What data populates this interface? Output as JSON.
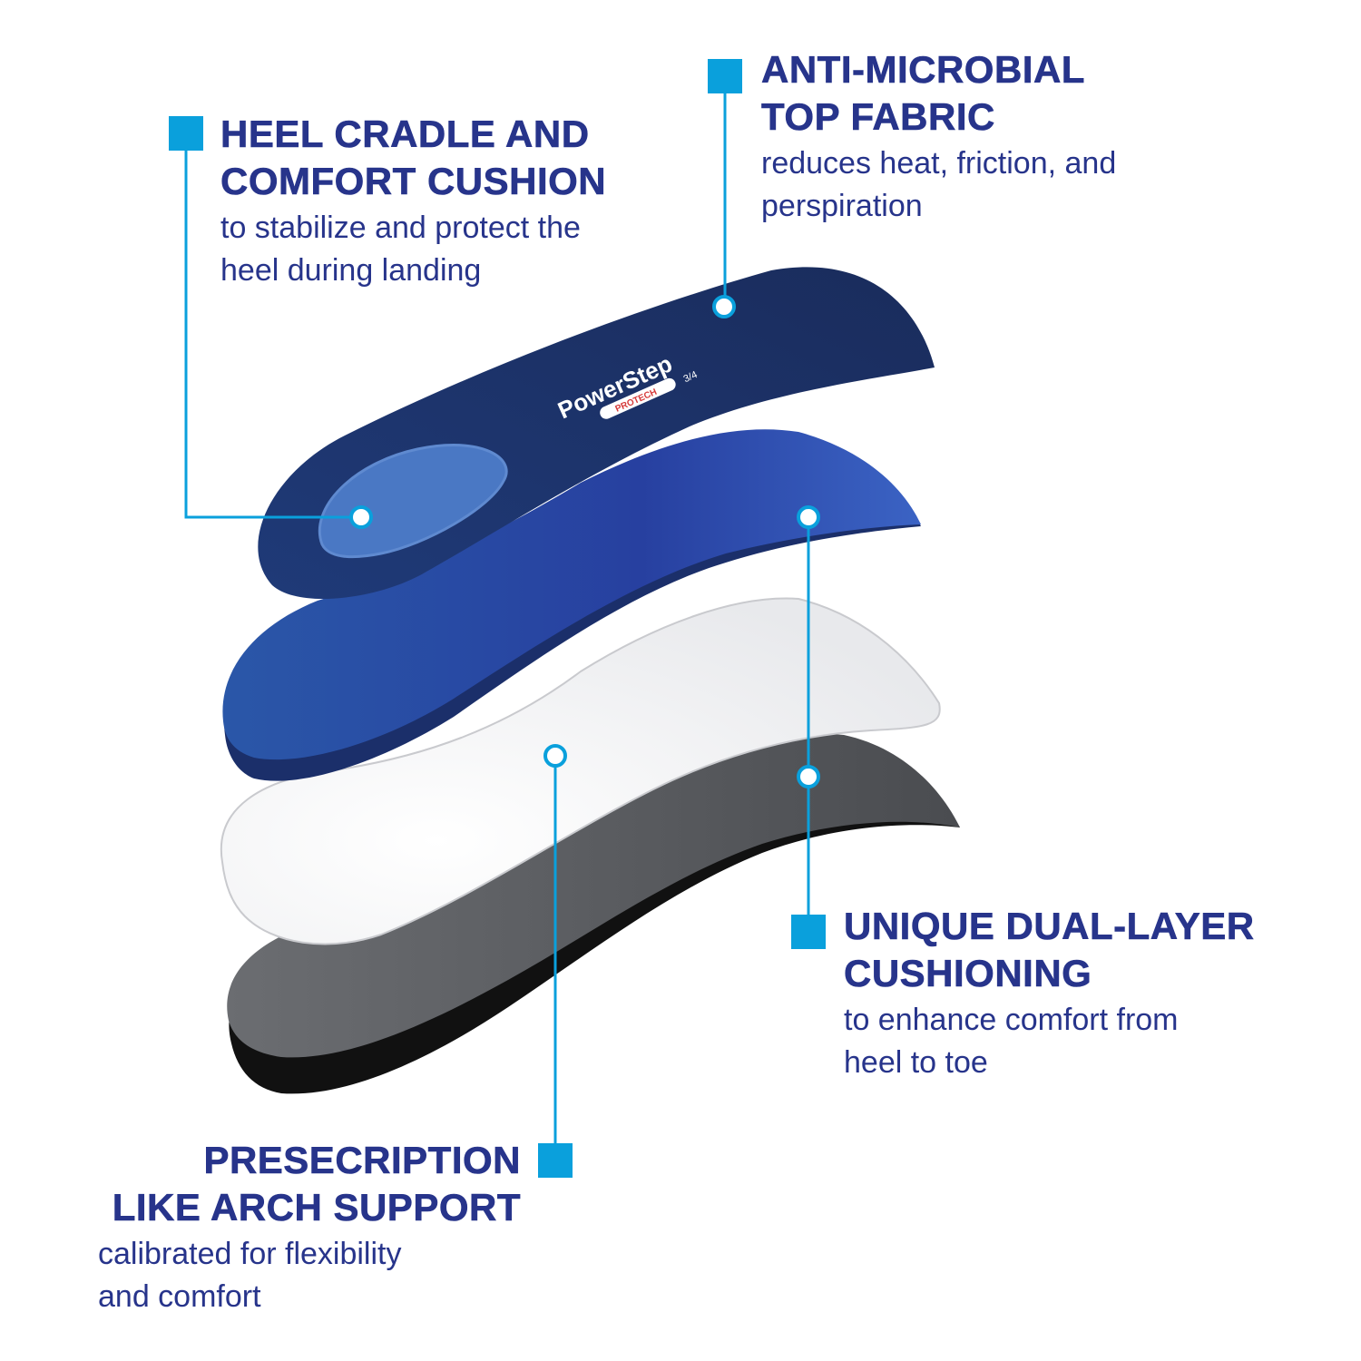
{
  "colors": {
    "title": "#27348b",
    "accent": "#0aa0dc",
    "navy": "#1c3266",
    "blue": "#2f5fb3",
    "gray": "#5a5c60"
  },
  "product": {
    "logo": "PowerStep",
    "sub_logo": "PROTECH",
    "badge": "3/4"
  },
  "callouts": [
    {
      "title_lines": [
        "HEEL CRADLE AND",
        "COMFORT CUSHION"
      ],
      "body_lines": [
        "to stabilize and protect the",
        "heel during landing"
      ]
    },
    {
      "title_lines": [
        "ANTI-MICROBIAL",
        "TOP FABRIC"
      ],
      "body_lines": [
        "reduces heat, friction, and",
        "perspiration"
      ]
    },
    {
      "title_lines": [
        "UNIQUE DUAL-LAYER",
        "CUSHIONING"
      ],
      "body_lines": [
        "to enhance comfort from",
        "heel to toe"
      ]
    },
    {
      "title_lines": [
        "PRESECRIPTION",
        "LIKE ARCH SUPPORT"
      ],
      "body_lines": [
        "calibrated for flexibility",
        "and comfort"
      ]
    }
  ]
}
